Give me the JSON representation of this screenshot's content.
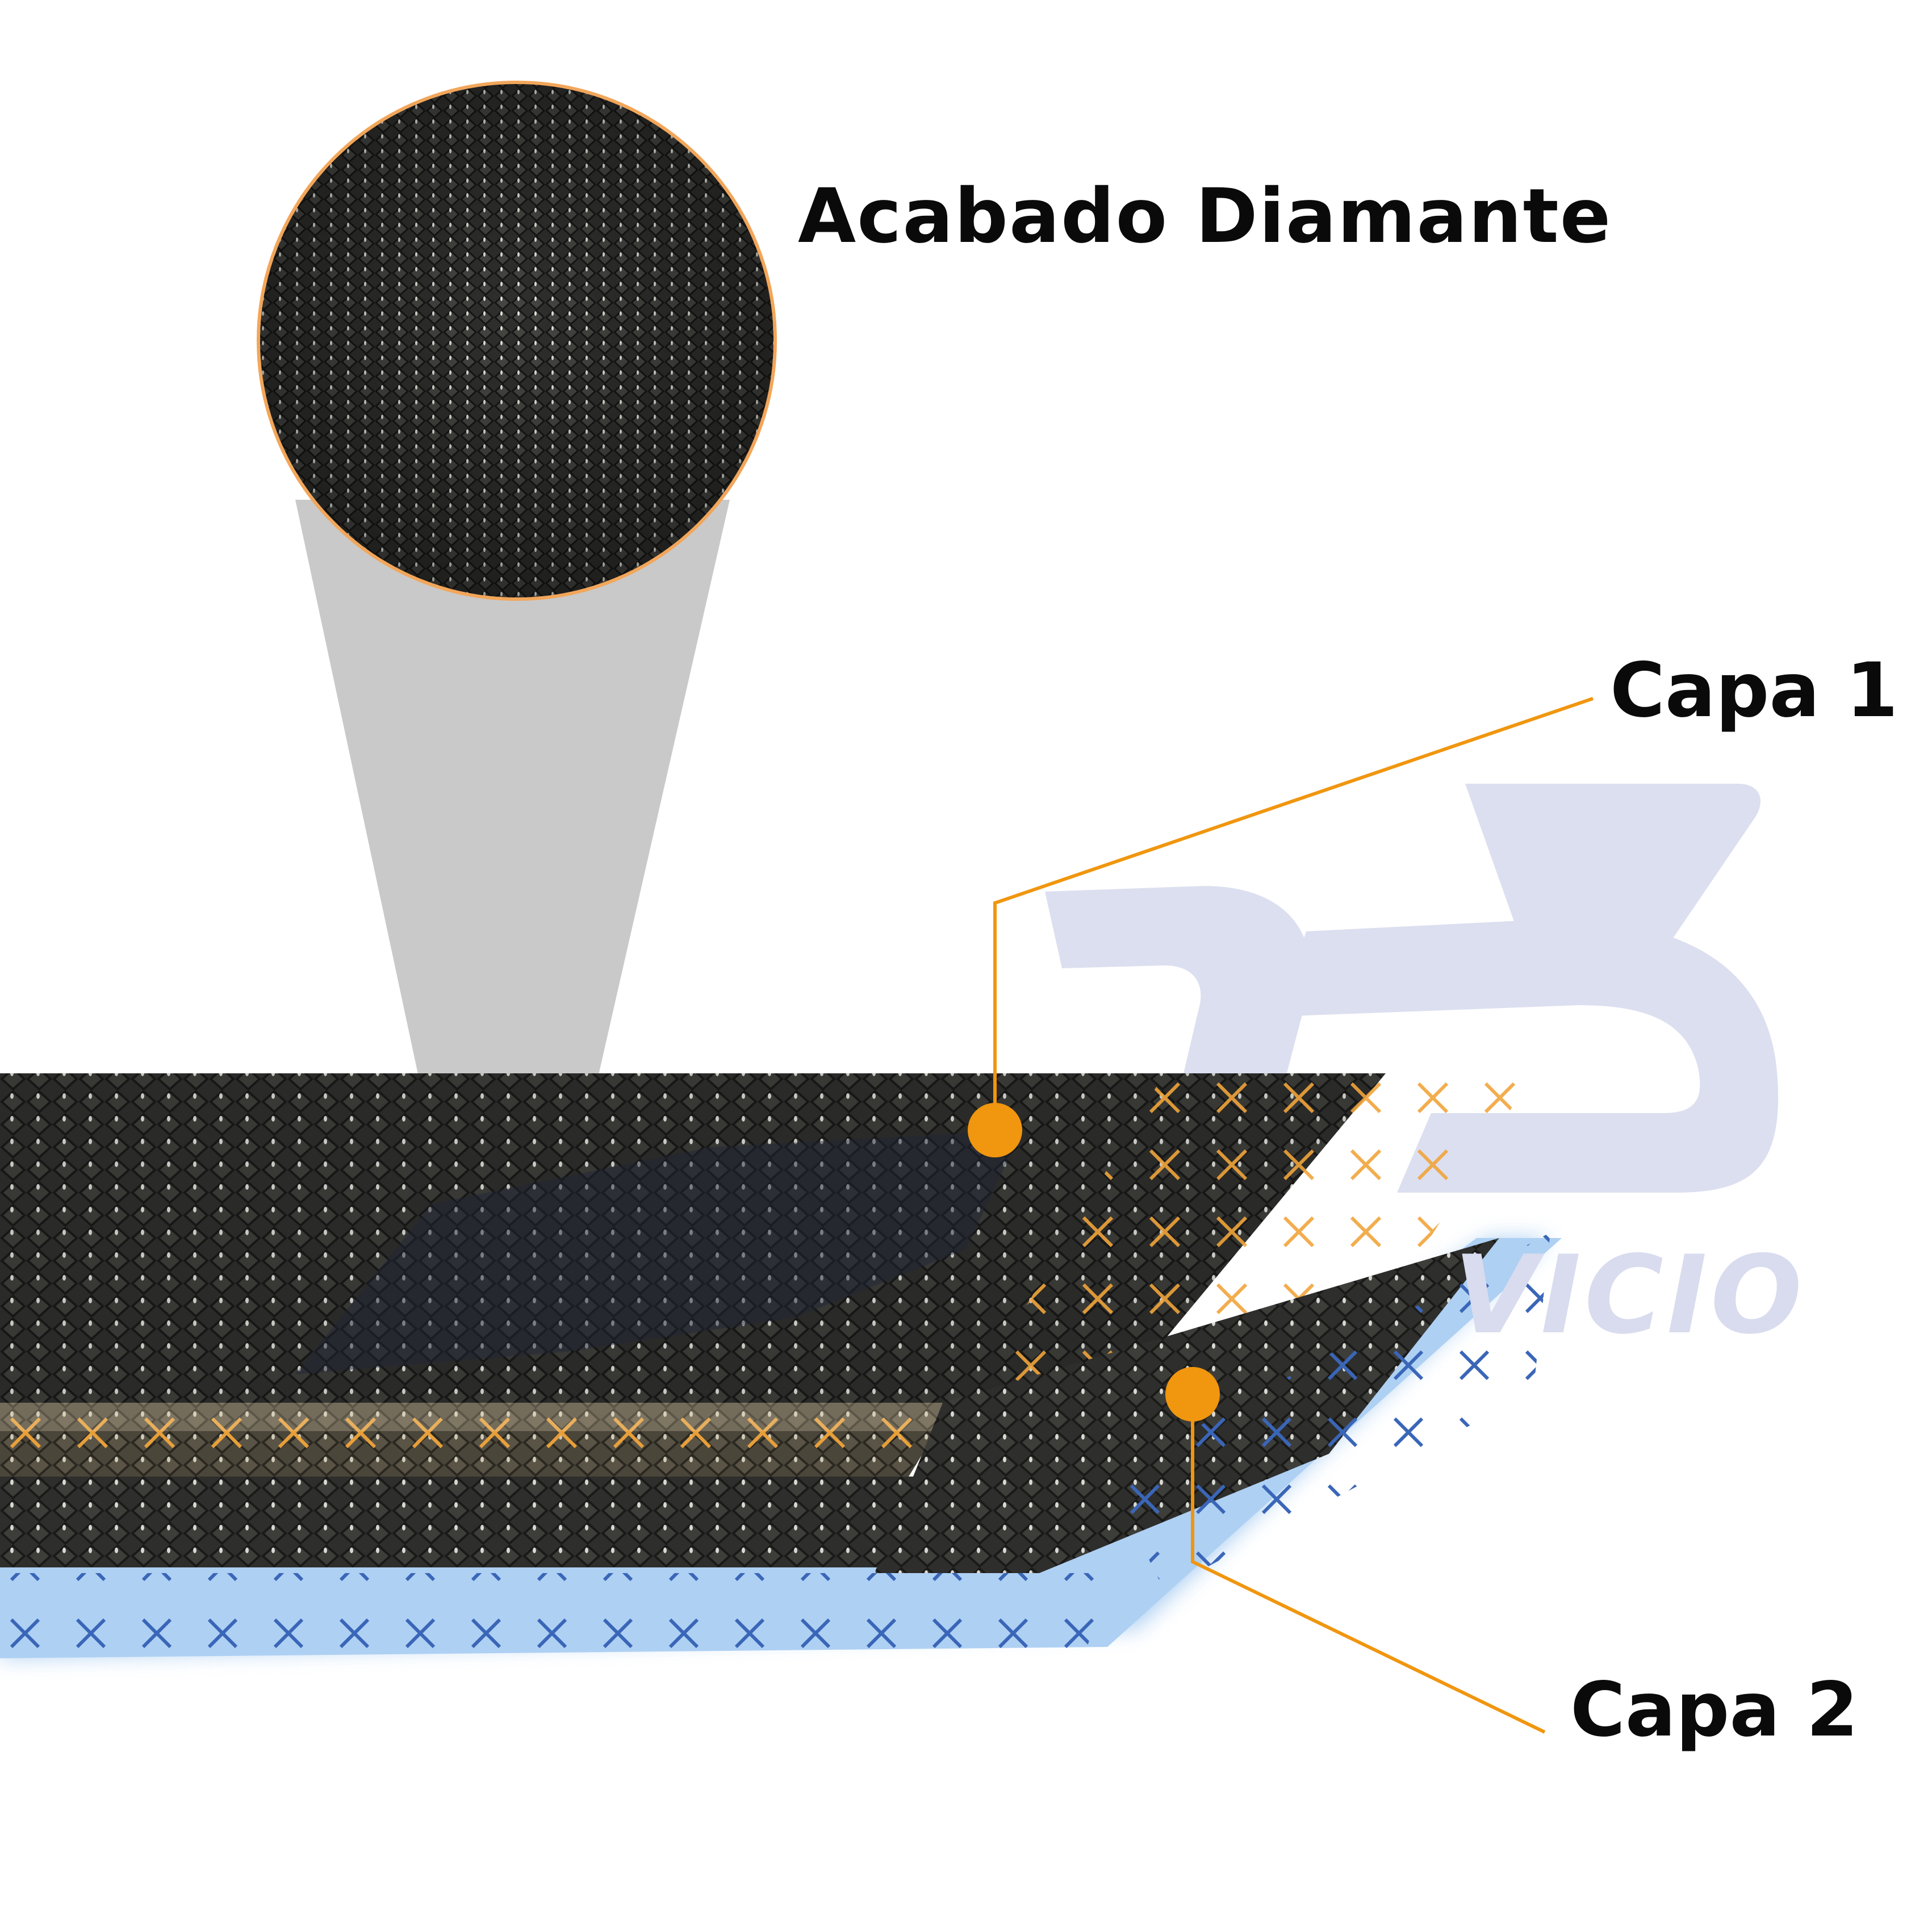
{
  "labels": {
    "finish": "Acabado Diamante",
    "layer1": "Capa 1",
    "layer2": "Capa 2"
  },
  "watermark": {
    "text": "VICIO"
  },
  "colors": {
    "accent_orange": "#f0960f",
    "layer_blue": "#a9cdf2",
    "cross_blue": "#2f5fb3",
    "mat_dark": "#2f2f2d",
    "mat_brown": "#4a4538",
    "beam_gray": "#c9c9c9",
    "watermark": "#d9dcee"
  },
  "icons": {
    "logo": "brand-logo-watermark",
    "layer1_marker": "dot-marker",
    "layer2_marker": "dot-marker"
  }
}
